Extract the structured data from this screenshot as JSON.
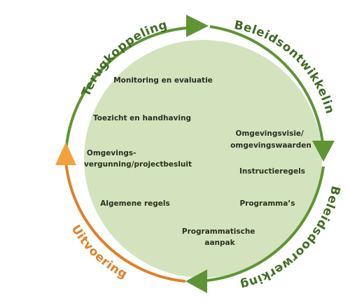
{
  "colors": {
    "green": "#5e9434",
    "green_dark": "#3f6b23",
    "orange": "#e07f25",
    "orange_light": "#f3a23b",
    "disc": "#d3e3bd"
  },
  "phases": {
    "terugkoppeling": "Terugkoppeling",
    "beleidsontwikkeling": "Beleidsontwikkeling",
    "beleidsdoorwerking": "Beleidsdoorwerking",
    "uitvoering": "Uitvoering"
  },
  "items": {
    "monitoring": "Monitoring en evaluatie",
    "toezicht": "Toezicht en handhaving",
    "omgevingsvergunning": [
      "Omgevings-",
      "vergunning/projectbesluit"
    ],
    "algemene_regels": "Algemene regels",
    "omgevingsvisie": [
      "Omgevingsvisie/",
      "omgevingswaarden"
    ],
    "instructieregels": "Instructieregels",
    "programmas": "Programma’s",
    "programmatische_aanpak": [
      "Programmatische",
      "aanpak"
    ]
  }
}
